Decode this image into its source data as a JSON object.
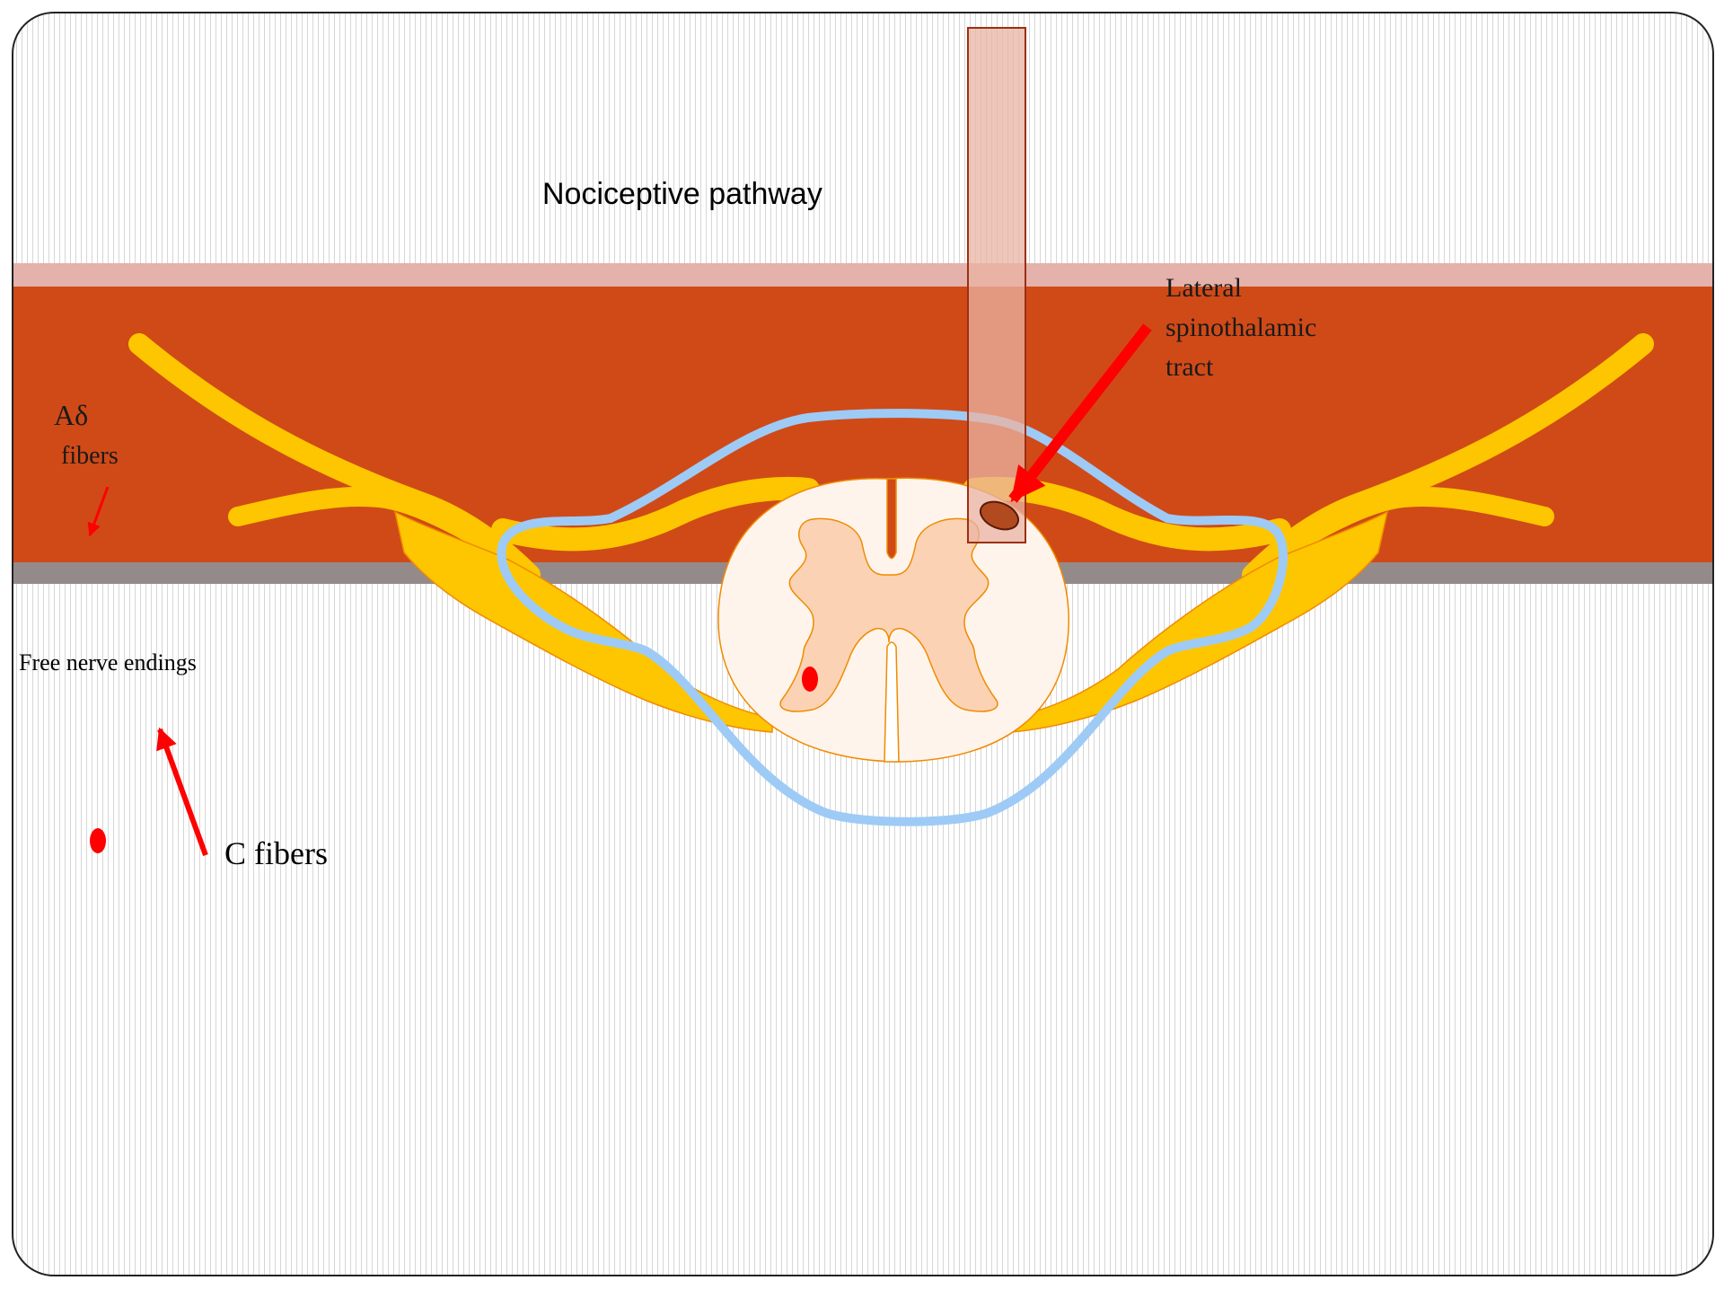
{
  "title": "Nociceptive pathway",
  "labels": {
    "a_delta_symbol": "Aδ",
    "a_delta_fibers": "fibers",
    "free_nerve_endings": "Free nerve endings",
    "c_fibers": "C fibers",
    "lateral_tract_line1": "Lateral",
    "lateral_tract_line2": "spinothalamic",
    "lateral_tract_line3": "tract"
  },
  "colors": {
    "muscle_band": "#d04a18",
    "skin_band": "#e4b2aa",
    "gray_strip": "#958a8a",
    "nerve_yellow": "#fdc600",
    "nerve_outline": "#f08a00",
    "meninges_blue": "#9ecbf6",
    "grey_matter": "#fbd3b4",
    "white_matter": "#fff4ec",
    "arrow_red": "#ff0000",
    "tract_fill": "#e9b3a3",
    "tract_border": "#9c3012",
    "stripe_gray": "#d4d4d4"
  },
  "icons": {
    "a_delta_arrow": "small-red-arrow-icon",
    "c_fiber_arrow": "red-arrow-icon",
    "tract_arrow": "large-red-arrow-icon",
    "c_fiber_dot": "red-dot-icon",
    "dorsal_horn_dot": "red-dot-icon"
  }
}
